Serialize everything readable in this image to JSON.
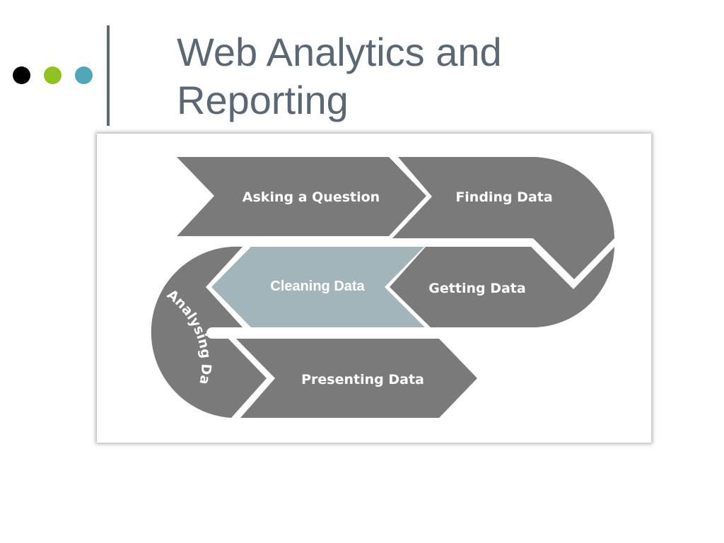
{
  "slide": {
    "title_line1": "Web Analytics and",
    "title_line2": "Reporting"
  },
  "bullet_dots": [
    {
      "color": "#000000"
    },
    {
      "color": "#8dc21f"
    },
    {
      "color": "#4fa7b8"
    }
  ],
  "diagram": {
    "steps": [
      {
        "label": "Asking a Question"
      },
      {
        "label": "Finding Data"
      },
      {
        "label": "Getting Data"
      },
      {
        "label": "Cleaning Data"
      },
      {
        "label": "Analysing Data"
      },
      {
        "label": "Presenting Data"
      }
    ],
    "colors": {
      "step_fill": "#7a7a7a",
      "highlight_fill": "#a3b5b9",
      "frame_background": "#ffffff"
    }
  }
}
